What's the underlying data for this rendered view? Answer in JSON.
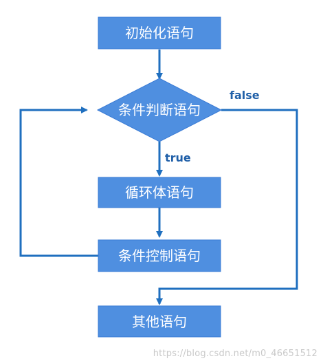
{
  "nodes": {
    "init": "初始化语句",
    "condition": "条件判断语句",
    "loop_body": "循环体语句",
    "control": "条件控制语句",
    "other": "其他语句"
  },
  "edges": {
    "true_label": "true",
    "false_label": "false"
  },
  "watermark": "https://blog.csdn.net/m0_46651512",
  "colors": {
    "node_fill": "#4f8fe0",
    "node_edge": "#3a7bd5",
    "line": "#1f6fbf",
    "label": "#1f5fa8"
  }
}
